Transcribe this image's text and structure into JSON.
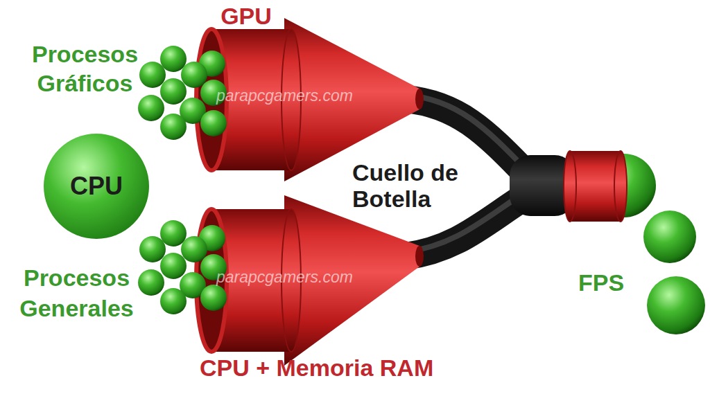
{
  "diagram": {
    "nodes": [
      {
        "text": [
          "GPU"
        ]
      },
      {
        "text": [
          "CPU"
        ]
      },
      {
        "text": [
          "CPU + Memoria RAM"
        ]
      }
    ],
    "labels": [
      "Procesos Gráficos",
      "Cuello de Botella",
      "Procesos Generales",
      "FPS",
      "parapcgamers.com",
      "parapcgamers.com"
    ]
  }
}
